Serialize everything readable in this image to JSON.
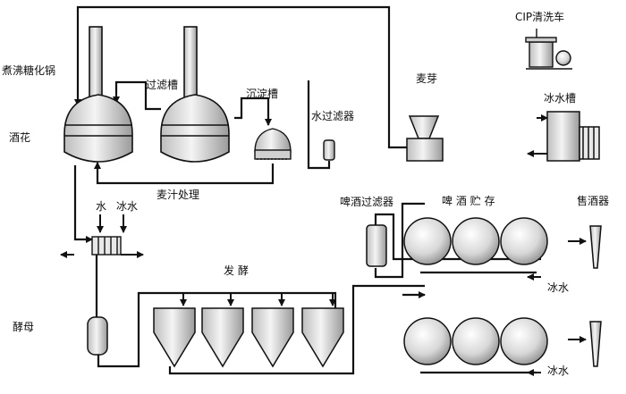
{
  "labels": {
    "brew_kettle": "煮沸糖化锅",
    "hops": "酒花",
    "lauter_tun": "过滤槽",
    "settling_tank": "沉淀槽",
    "water_filter": "水过滤器",
    "malt": "麦芽",
    "cip_cart": "CIP清洗车",
    "ice_water_tank": "冰水槽",
    "wort_treatment": "麦汁处理",
    "water": "水",
    "ice_water_in": "冰水",
    "fermentation": "发 酵",
    "yeast": "酵母",
    "beer_filter": "啤酒过滤器",
    "beer_storage": "啤 酒 贮 存",
    "dispenser": "售酒器",
    "ice_water_upper": "冰水",
    "ice_water_lower": "冰水"
  },
  "colors": {
    "line": "#111111",
    "body": "#e6e6e6",
    "shade": "#bdbdbd",
    "background": "#ffffff"
  }
}
